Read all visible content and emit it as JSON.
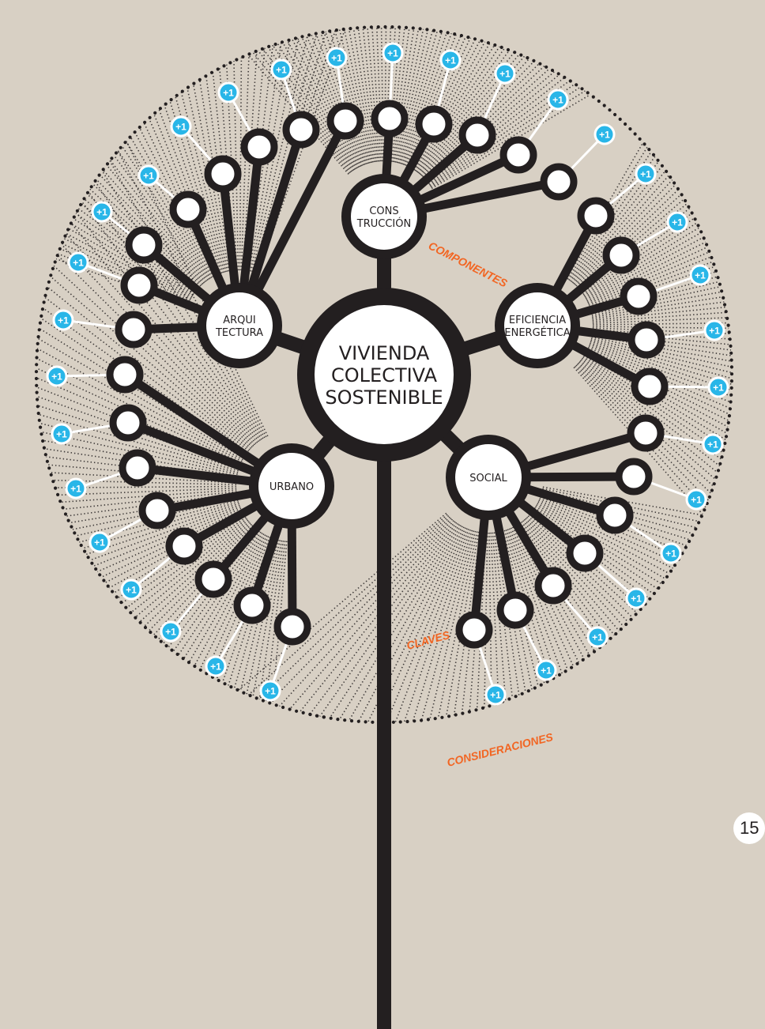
{
  "center": {
    "lines": [
      "VIVIENDA",
      "COLECTIVA",
      "SOSTENIBLE"
    ]
  },
  "hubs": [
    {
      "id": "construccion",
      "lines": [
        "CONS",
        "TRUCCIÓN"
      ]
    },
    {
      "id": "arquitectura",
      "lines": [
        "ARQUI",
        "TECTURA"
      ]
    },
    {
      "id": "eficiencia",
      "lines": [
        "EFICIENCIA",
        "ENERGÉTICA"
      ]
    },
    {
      "id": "urbano",
      "lines": [
        "URBANO"
      ]
    },
    {
      "id": "social",
      "lines": [
        "SOCIAL"
      ]
    }
  ],
  "ring_labels": {
    "componentes": "COMPONENTES",
    "claves": "CLAVES",
    "consideraciones": "CONSIDERACIONES"
  },
  "badge_text": "+1",
  "page_number": "15",
  "colors": {
    "background": "#d8d0c4",
    "ink": "#231f20",
    "node_fill": "#ffffff",
    "badge": "#29b6e8",
    "accent_label": "#f26522"
  }
}
